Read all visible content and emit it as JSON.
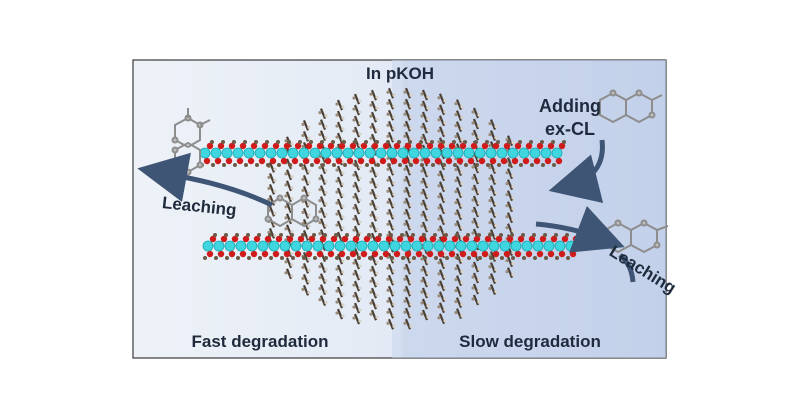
{
  "figure": {
    "title": "In pKOH",
    "adding_label_line1": "Adding",
    "adding_label_line2": "ex-CL",
    "leaching_left": "Leaching",
    "leaching_right": "Leaching",
    "fast_label": "Fast degradation",
    "slow_label": "Slow degradation"
  },
  "colors": {
    "panel_left": "#e6ecf6",
    "panel_right": "#c6d3ea",
    "frame": "#3a3a3a",
    "backbone_ball": "#3fd6e0",
    "oxygen": "#d11a1a",
    "carbon": "#6b5a46",
    "arrow": "#3e5575",
    "molecule": "#9a9a9a"
  }
}
